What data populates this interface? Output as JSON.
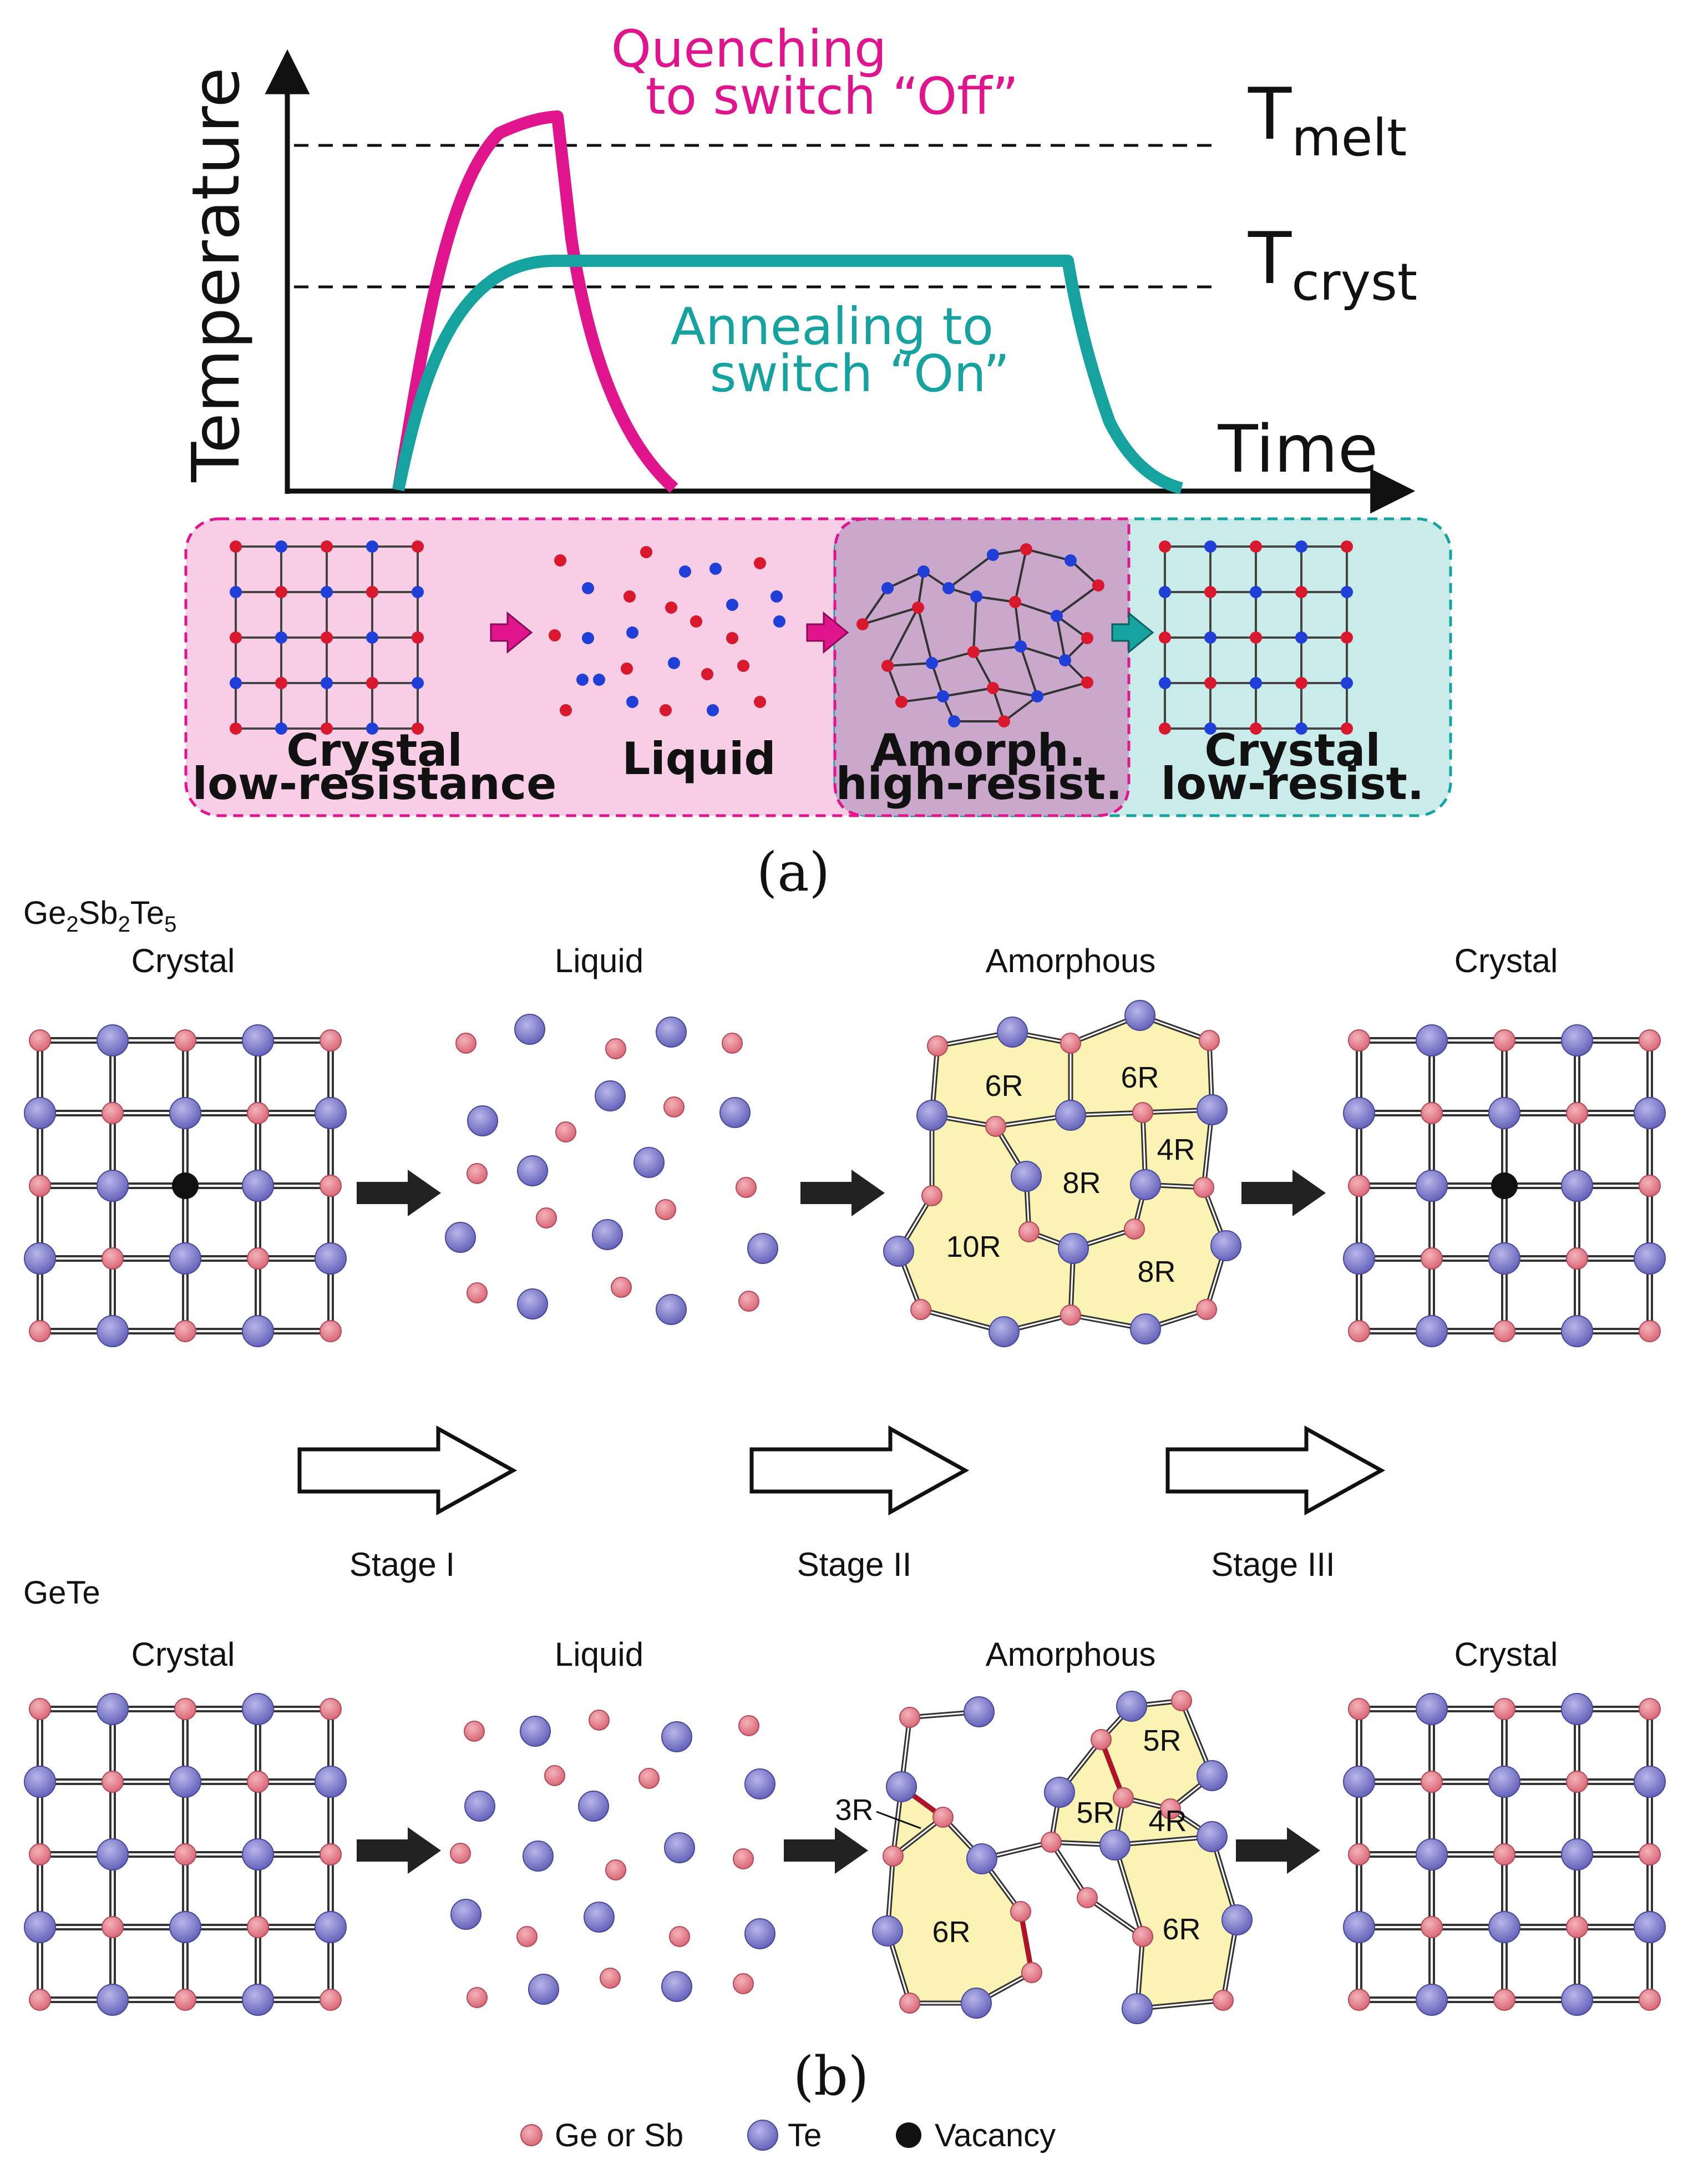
{
  "panel_a": {
    "y_axis_label": "Temperature",
    "x_axis_label": "Time",
    "t_melt_main": "T",
    "t_melt_sub": "melt",
    "t_cryst_main": "T",
    "t_cryst_sub": "cryst",
    "quench_line1": "Quenching",
    "quench_line2": "to switch “Off”",
    "anneal_line1": "Annealing to",
    "anneal_line2": "switch “On”",
    "state1_line1": "Crystal",
    "state1_line2": "low-resistance",
    "state2_line1": "Liquid",
    "state3_line1": "Amorph.",
    "state3_line2": "high-resist.",
    "state4_line1": "Crystal",
    "state4_line2": "low-resist.",
    "caption": "(a)",
    "colors": {
      "quench": "#e0148c",
      "anneal": "#16a3a0",
      "pink_box": "#f8cde6",
      "teal_box": "#c9eceb",
      "overlap": "#c9a8cc",
      "red_atom": "#d9182e",
      "blue_atom": "#1f3fd8"
    }
  },
  "panel_b": {
    "gst_label_main": "Ge",
    "gst_sub1": "2",
    "gst_mid1": "Sb",
    "gst_sub2": "2",
    "gst_mid2": "Te",
    "gst_sub3": "5",
    "gete_label": "GeTe",
    "col_crystal_1": "Crystal",
    "col_liquid": "Liquid",
    "col_amorphous": "Amorphous",
    "col_crystal_2": "Crystal",
    "stage1": "Stage I",
    "stage2": "Stage II",
    "stage3": "Stage III",
    "gst_rings": [
      "6R",
      "6R",
      "8R",
      "4R",
      "10R",
      "8R"
    ],
    "gete_rings": [
      "3R",
      "6R",
      "5R",
      "5R",
      "4R",
      "6R"
    ],
    "caption": "(b)",
    "legend": [
      "Ge or Sb",
      "Te",
      "Vacancy"
    ],
    "colors": {
      "ge_sb_atom": "#e07a86",
      "te_atom": "#7a78c8",
      "vacancy": "#111111",
      "ring_fill": "#fbf3b4",
      "highlight_bond": "#b0122a"
    }
  }
}
